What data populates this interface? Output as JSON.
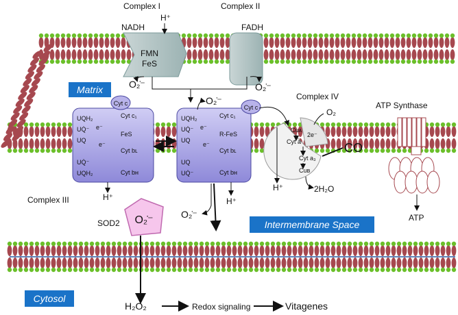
{
  "labels": {
    "complex1": "Complex I",
    "complex2": "Complex II",
    "complex3": "Complex III",
    "complex4": "Complex IV",
    "atp_synthase": "ATP Synthase",
    "nadh": "NADH",
    "fadh": "FADH",
    "fmn": "FMN",
    "fes": "FeS",
    "hplus": "H⁺",
    "matrix": "Matrix",
    "intermembrane": "Intermembrane Space",
    "cytosol": "Cytosol",
    "sod2": "SOD2",
    "atp": "ATP",
    "o2": "O₂",
    "co": "CO",
    "water": "2H₂O",
    "cytc": "Cyt c",
    "h2o2": "H₂O₂",
    "redox": "Redox signaling",
    "vitagenes": "Vitagenes",
    "superoxide": "O₂̇⁻",
    "c3_lines": [
      "UQH₂",
      "UQ̇⁻",
      "UQ",
      "UQ̇⁻",
      "UQH₂"
    ],
    "c3_right": [
      "Cyt c₁",
      "FeS",
      "Cyt bʟ",
      "Cyt bʜ"
    ],
    "c3b_right": [
      "Cyt c₁",
      "R-FeS",
      "Cyt bʟ",
      "Cyt bʜ"
    ],
    "c3b_lines": [
      "UQH₂",
      "UQ̇⁻",
      "UQ",
      "UQ",
      "UQ̇⁻"
    ],
    "electron": "e⁻",
    "two_electron": "2e⁻",
    "c4_items": [
      "Cuᴀ",
      "Cyt a",
      "Cyt a₃",
      "Cuʙ"
    ]
  },
  "colors": {
    "lipid_head": "#6bbf2a",
    "lipid_tail": "#a6484f",
    "complex_fill": "#b8b3ea",
    "complex_stroke": "#4a47a0",
    "blue_box": "#1a73c8",
    "sod_fill": "#f6c6ec",
    "sod_stroke": "#c06ab0"
  }
}
